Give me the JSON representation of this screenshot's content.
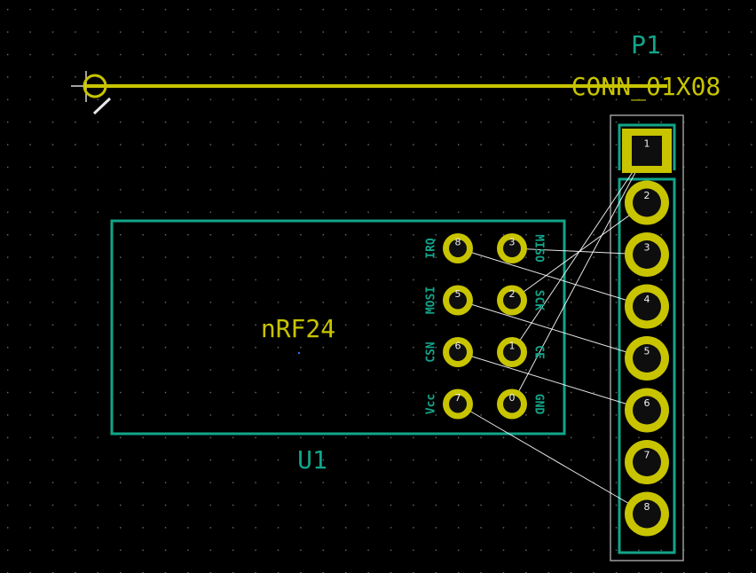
{
  "connector": {
    "reference": "P1",
    "value": "CONN_01X08",
    "pads": [
      "1",
      "2",
      "3",
      "4",
      "5",
      "6",
      "7",
      "8"
    ]
  },
  "module": {
    "reference": "U1",
    "value": "nRF24",
    "pads": [
      {
        "num": "8",
        "label": "IRQ"
      },
      {
        "num": "3",
        "label": "MISO"
      },
      {
        "num": "5",
        "label": "MOSI"
      },
      {
        "num": "2",
        "label": "SCK"
      },
      {
        "num": "6",
        "label": "CSN"
      },
      {
        "num": "1",
        "label": "CE"
      },
      {
        "num": "7",
        "label": "Vcc"
      },
      {
        "num": "0",
        "label": "GND"
      }
    ]
  },
  "colors": {
    "background": "#000000",
    "grid_dot": "#6f6f6f",
    "silkscreen": "#12a58a",
    "copper": "#c8c400",
    "ratsnest": "#ffffff"
  }
}
